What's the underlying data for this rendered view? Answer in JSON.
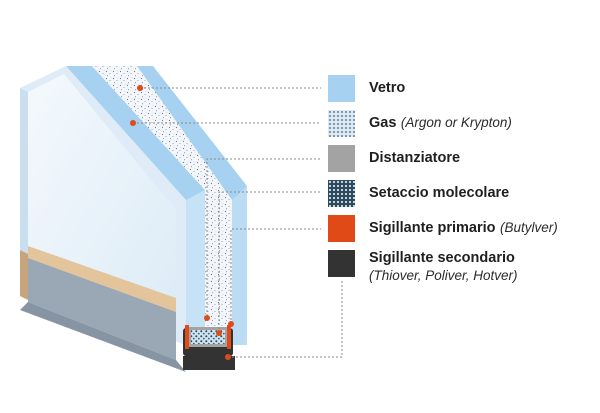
{
  "legend": [
    {
      "id": "vetro",
      "label": "Vetro",
      "note": "",
      "color": "#a6d1f0"
    },
    {
      "id": "gas",
      "label": "Gas",
      "note": "(Argon or Krypton)",
      "color": "#dbeaf7"
    },
    {
      "id": "distanziatore",
      "label": "Distanziatore",
      "note": "",
      "color": "#a3a3a3"
    },
    {
      "id": "setaccio",
      "label": "Setaccio molecolare",
      "note": "",
      "color": "#4a6d82"
    },
    {
      "id": "primario",
      "label": "Sigillante primario",
      "note": "(Butylver)",
      "color": "#e04a16"
    },
    {
      "id": "secondario",
      "label": "Sigillante secondario",
      "note": "(Thiover, Poliver, Hotver)",
      "color": "#333333"
    }
  ],
  "colors": {
    "glass": "#a6d1f0",
    "glass_face": "#eef5fb",
    "frame_sill": "#9aa7b5",
    "frame_wood": "#e3c49b",
    "marker": "#e04a16",
    "leader": "#8a8a8a"
  }
}
